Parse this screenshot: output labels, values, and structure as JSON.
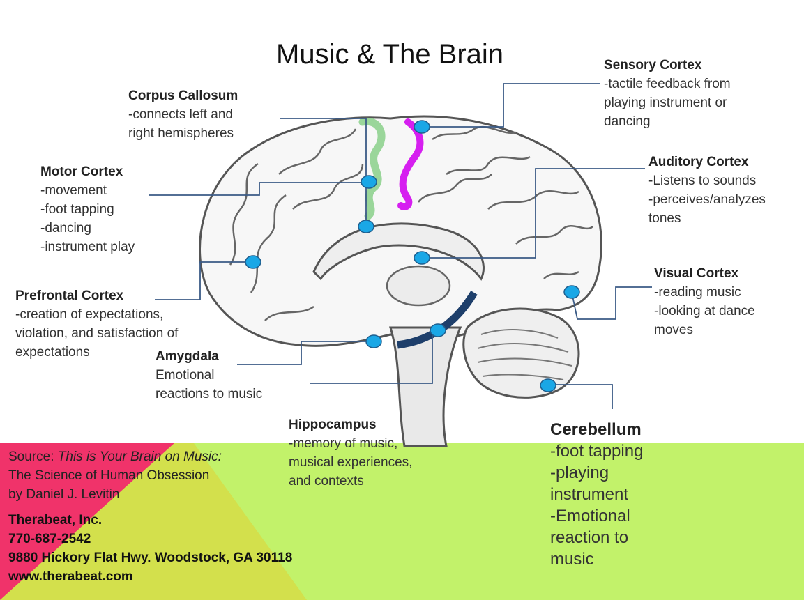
{
  "title": "Music & The Brain",
  "labels": {
    "corpus_callosum": {
      "heading": "Corpus Callosum",
      "lines": [
        "-connects left and",
        "right hemispheres"
      ]
    },
    "sensory_cortex": {
      "heading": "Sensory Cortex",
      "lines": [
        "-tactile feedback from",
        "playing instrument or",
        "dancing"
      ]
    },
    "motor_cortex": {
      "heading": "Motor Cortex",
      "lines": [
        "-movement",
        "-foot tapping",
        "-dancing",
        "-instrument play"
      ]
    },
    "auditory_cortex": {
      "heading": "Auditory Cortex",
      "lines": [
        "-Listens to sounds",
        "-perceives/analyzes",
        "tones"
      ]
    },
    "visual_cortex": {
      "heading": "Visual Cortex",
      "lines": [
        "-reading music",
        "-looking at dance",
        "moves"
      ]
    },
    "prefrontal_cortex": {
      "heading": "Prefrontal Cortex",
      "lines": [
        "-creation of expectations,",
        "violation, and satisfaction of",
        "expectations"
      ]
    },
    "amygdala": {
      "heading": "Amygdala",
      "lines": [
        "Emotional",
        "reactions to music"
      ]
    },
    "hippocampus": {
      "heading": "Hippocampus",
      "lines": [
        "-memory of music,",
        "musical experiences,",
        "and contexts"
      ]
    },
    "cerebellum": {
      "heading": "Cerebellum",
      "lines": [
        "-foot tapping",
        "-playing",
        "instrument",
        "-Emotional",
        "reaction to",
        "music"
      ]
    }
  },
  "source": {
    "prefix": "Source: ",
    "book_title": "This is Your Brain on Music:",
    "line2": "The Science of Human Obsession",
    "line3": "by Daniel J. Levitin"
  },
  "contact": {
    "company": "Therabeat, Inc.",
    "phone": "770-687-2542",
    "address": "9880 Hickory Flat Hwy. Woodstock, GA 30118",
    "website": "www.therabeat.com"
  },
  "colors": {
    "background_green": "#c2f26a",
    "triangle_pink": "#f0336a",
    "triangle_olive": "#d3e04c",
    "marker_blue": "#1aa7e6",
    "leader_line": "#3b5b86",
    "corpus_green": "#8fd18f",
    "sensory_purple": "#d61ff0",
    "hippocampus_navy": "#1e3f6b"
  }
}
